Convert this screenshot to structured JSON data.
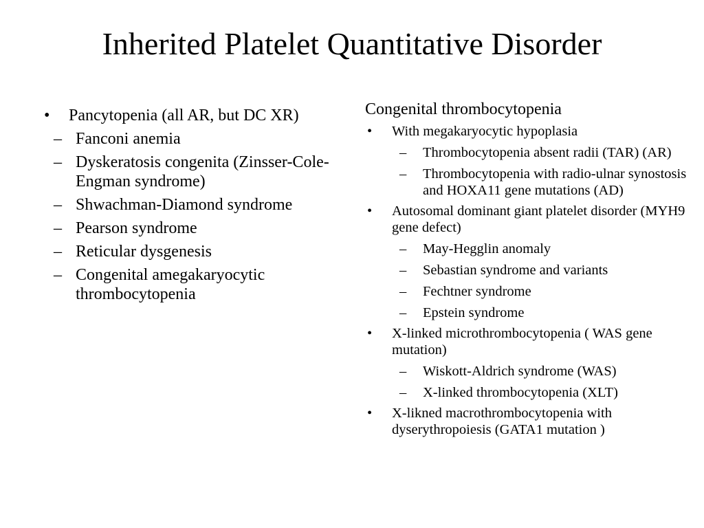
{
  "title": "Inherited Platelet Quantitative Disorder",
  "left_column": {
    "items": [
      {
        "text": "Pancytopenia (all AR, but DC XR)",
        "sub": [
          "Fanconi anemia",
          "Dyskeratosis congenita (Zinsser-Cole-Engman syndrome)",
          "Shwachman-Diamond syndrome",
          "Pearson syndrome",
          "Reticular dysgenesis",
          "Congenital amegakaryocytic thrombocytopenia"
        ]
      }
    ]
  },
  "right_column": {
    "heading": "Congenital thrombocytopenia",
    "items": [
      {
        "text": "With megakaryocytic hypoplasia",
        "sub": [
          "Thrombocytopenia absent radii (TAR) (AR)",
          "Thrombocytopenia with radio-ulnar synostosis and HOXA11 gene mutations (AD)"
        ]
      },
      {
        "text": "Autosomal dominant giant platelet disorder (MYH9 gene defect)",
        "sub": [
          "May-Hegglin anomaly",
          "Sebastian syndrome and variants",
          "Fechtner syndrome",
          "Epstein syndrome"
        ]
      },
      {
        "text": "X-linked microthrombocytopenia ( WAS gene mutation)",
        "sub": [
          "Wiskott-Aldrich syndrome (WAS)",
          "X-linked thrombocytopenia (XLT)"
        ]
      },
      {
        "text": "X-likned macrothrombocytopenia with dyserythropoiesis (GATA1 mutation )",
        "sub": []
      }
    ]
  },
  "markers": {
    "bullet": "•",
    "dash": "–"
  }
}
